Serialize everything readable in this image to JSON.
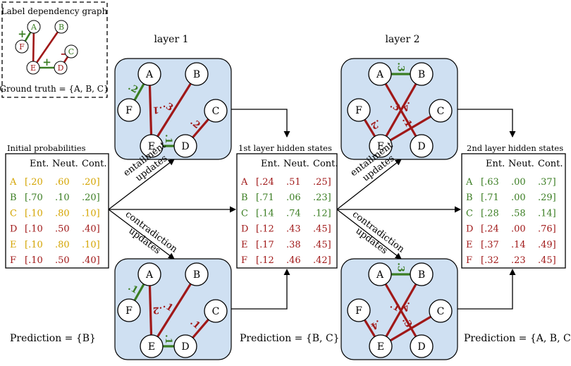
{
  "colors": {
    "positive_edge": "#3a7d22",
    "negative_edge": "#a01818",
    "entail_text": "#3a7d22",
    "contra_text": "#a01818",
    "neutral_text": "#d4a400",
    "panel_fill": "#cfe0f2",
    "node_fill": "#ffffff",
    "stroke": "#000000"
  },
  "legend": {
    "title": "Label dependency graph",
    "ground_truth": "Ground truth = {A, B, C}",
    "nodes": [
      "A",
      "B",
      "C",
      "D",
      "E",
      "F"
    ],
    "signs": {
      "AF": "+",
      "AE": "−",
      "CD": "−",
      "DE": "+"
    }
  },
  "layer_titles": {
    "layer1": "layer 1",
    "layer2": "layer 2"
  },
  "arrow_labels": {
    "entailment": "entailment updates",
    "contradiction": "contradiction updates"
  },
  "tables": {
    "initial": {
      "title": "Initial probabilities",
      "headers": [
        "Ent.",
        "Neut.",
        "Cont."
      ],
      "rows": [
        {
          "label": "A",
          "values": [
            "[.20",
            ".60",
            ".20]"
          ],
          "color": "neutral"
        },
        {
          "label": "B",
          "values": [
            "[.70",
            ".10",
            ".20]"
          ],
          "color": "entail"
        },
        {
          "label": "C",
          "values": [
            "[.10",
            ".80",
            ".10]"
          ],
          "color": "neutral"
        },
        {
          "label": "D",
          "values": [
            "[.10",
            ".50",
            ".40]"
          ],
          "color": "contra"
        },
        {
          "label": "E",
          "values": [
            "[.10",
            ".80",
            ".10]"
          ],
          "color": "neutral"
        },
        {
          "label": "F",
          "values": [
            "[.10",
            ".50",
            ".40]"
          ],
          "color": "contra"
        }
      ]
    },
    "layer1": {
      "title": "1st layer hidden states",
      "headers": [
        "Ent.",
        "Neut.",
        "Cont."
      ],
      "rows": [
        {
          "label": "A",
          "values": [
            "[.24",
            ".51",
            ".25]"
          ],
          "color": "contra"
        },
        {
          "label": "B",
          "values": [
            "[.71",
            ".06",
            ".23]"
          ],
          "color": "entail"
        },
        {
          "label": "C",
          "values": [
            "[.14",
            ".74",
            ".12]"
          ],
          "color": "entail"
        },
        {
          "label": "D",
          "values": [
            "[.12",
            ".43",
            ".45]"
          ],
          "color": "contra"
        },
        {
          "label": "E",
          "values": [
            "[.17",
            ".38",
            ".45]"
          ],
          "color": "contra"
        },
        {
          "label": "F",
          "values": [
            "[.12",
            ".46",
            ".42]"
          ],
          "color": "contra"
        }
      ]
    },
    "layer2": {
      "title": "2nd layer hidden states",
      "headers": [
        "Ent.",
        "Neut.",
        "Cont."
      ],
      "rows": [
        {
          "label": "A",
          "values": [
            "[.63",
            ".00",
            ".37]"
          ],
          "color": "entail"
        },
        {
          "label": "B",
          "values": [
            "[.71",
            ".00",
            ".29]"
          ],
          "color": "entail"
        },
        {
          "label": "C",
          "values": [
            "[.28",
            ".58",
            ".14]"
          ],
          "color": "entail"
        },
        {
          "label": "D",
          "values": [
            "[.24",
            ".00",
            ".76]"
          ],
          "color": "contra"
        },
        {
          "label": "E",
          "values": [
            "[.37",
            ".14",
            ".49]"
          ],
          "color": "contra"
        },
        {
          "label": "F",
          "values": [
            "[.32",
            ".23",
            ".45]"
          ],
          "color": "contra"
        }
      ]
    }
  },
  "predictions": {
    "initial": "Prediction = {B}",
    "layer1": "Prediction = {B, C}",
    "layer2": "Prediction = {A, B, C}"
  },
  "graphs": {
    "l1_entail": {
      "edges": [
        {
          "from": "A",
          "to": "F",
          "type": "positive",
          "weight": ".2"
        },
        {
          "from": "A",
          "to": "E",
          "type": "negative",
          "weight": ".1"
        },
        {
          "from": "B",
          "to": "E",
          "type": "negative",
          "weight": ".3"
        },
        {
          "from": "E",
          "to": "D",
          "type": "positive",
          "weight": ".1"
        },
        {
          "from": "C",
          "to": "D",
          "type": "negative",
          "weight": ".2"
        }
      ]
    },
    "l1_contra": {
      "edges": [
        {
          "from": "A",
          "to": "F",
          "type": "positive",
          "weight": ".1"
        },
        {
          "from": "A",
          "to": "E",
          "type": "negative",
          "weight": ".2"
        },
        {
          "from": "B",
          "to": "E",
          "type": "negative",
          "weight": ".1"
        },
        {
          "from": "E",
          "to": "D",
          "type": "positive",
          "weight": ".1"
        },
        {
          "from": "C",
          "to": "D",
          "type": "negative",
          "weight": ".1"
        }
      ]
    },
    "l2_entail": {
      "edges": [
        {
          "from": "A",
          "to": "B",
          "type": "positive",
          "weight": ".3"
        },
        {
          "from": "A",
          "to": "D",
          "type": "negative",
          "weight": ".4"
        },
        {
          "from": "B",
          "to": "E",
          "type": "negative",
          "weight": ".3"
        },
        {
          "from": "F",
          "to": "E",
          "type": "negative",
          "weight": ".2"
        },
        {
          "from": "E",
          "to": "C",
          "type": "negative",
          "weight": ".1"
        }
      ]
    },
    "l2_contra": {
      "edges": [
        {
          "from": "A",
          "to": "B",
          "type": "positive",
          "weight": ".3"
        },
        {
          "from": "A",
          "to": "D",
          "type": "negative",
          "weight": ".4"
        },
        {
          "from": "B",
          "to": "E",
          "type": "negative",
          "weight": ".1"
        },
        {
          "from": "F",
          "to": "E",
          "type": "negative",
          "weight": ".4"
        },
        {
          "from": "E",
          "to": "C",
          "type": "negative",
          "weight": ".3"
        }
      ]
    }
  }
}
